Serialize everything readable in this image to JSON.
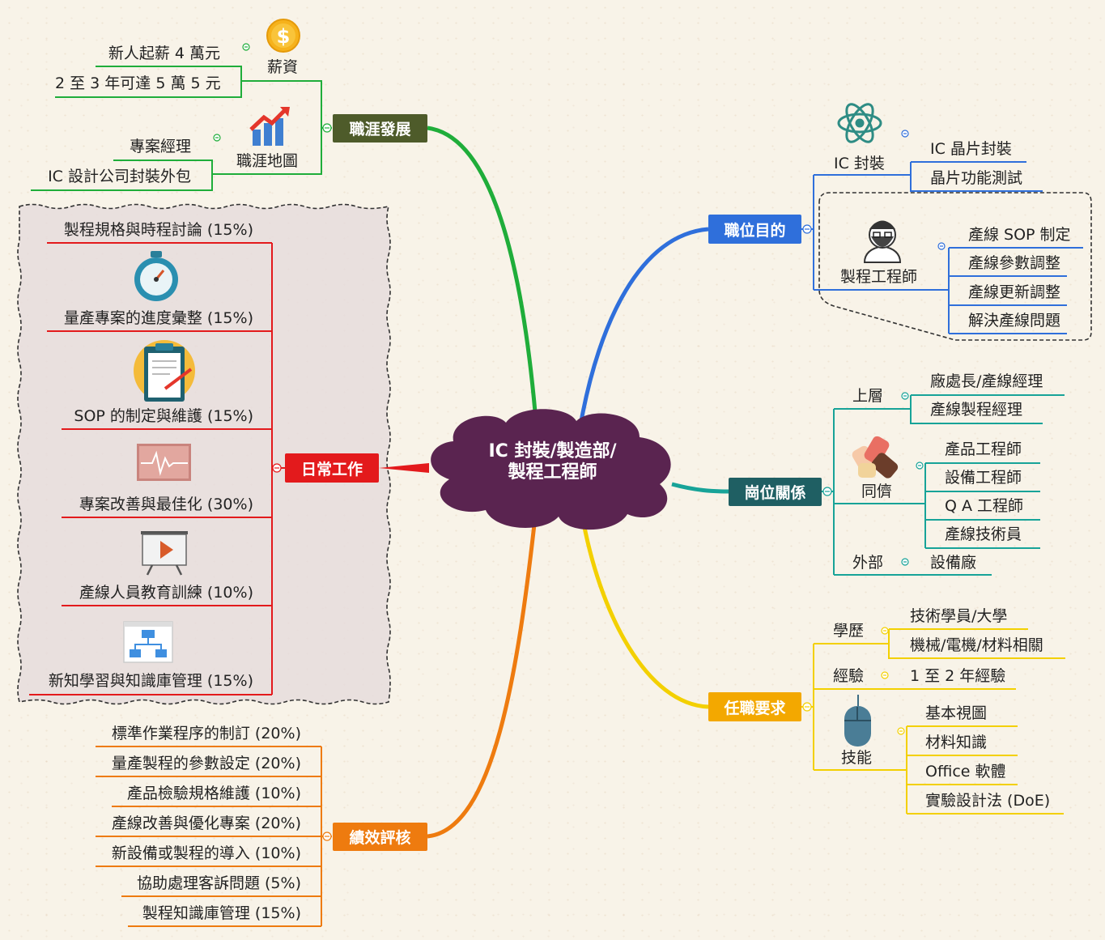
{
  "center": {
    "line1": "IC 封裝/製造部/",
    "line2": "製程工程師"
  },
  "colors": {
    "career": "#4e5b2a",
    "purpose": "#2f6fdb",
    "relation": "#1f5f63",
    "requirement": "#f3a800",
    "performance": "#ee7b0f",
    "daily": "#e31a1c",
    "center": "#5a2450"
  },
  "career": {
    "title": "職涯發展",
    "salary": {
      "label": "薪資",
      "items": [
        "新人起薪 4 萬元",
        "2 至 3 年可達 5 萬 5 元"
      ]
    },
    "path": {
      "label": "職涯地圖",
      "items": [
        "專案經理",
        "IC 設計公司封裝外包"
      ]
    }
  },
  "daily": {
    "title": "日常工作",
    "items": [
      "製程規格與時程討論 (15%)",
      "量產專案的進度彙整 (15%)",
      "SOP 的制定與維護 (15%)",
      "專案改善與最佳化 (30%)",
      "產線人員教育訓練 (10%)",
      "新知學習與知識庫管理 (15%)"
    ]
  },
  "performance": {
    "title": "績效評核",
    "items": [
      "標準作業程序的制訂 (20%)",
      "量產製程的參數設定 (20%)",
      "產品檢驗規格維護 (10%)",
      "產線改善與優化專案 (20%)",
      "新設備或製程的導入 (10%)",
      "協助處理客訴問題 (5%)",
      "製程知識庫管理 (15%)"
    ]
  },
  "purpose": {
    "title": "職位目的",
    "ic": {
      "label": "IC 封裝",
      "items": [
        "IC 晶片封裝",
        "晶片功能測試"
      ]
    },
    "eng": {
      "label": "製程工程師",
      "items": [
        "產線 SOP 制定",
        "產線參數調整",
        "產線更新調整",
        "解決產線問題"
      ]
    }
  },
  "relation": {
    "title": "崗位關係",
    "upper": {
      "label": "上層",
      "items": [
        "廠處長/產線經理",
        "產線製程經理"
      ]
    },
    "peer": {
      "label": "同儕",
      "items": [
        "產品工程師",
        "設備工程師",
        "Q A 工程師",
        "產線技術員"
      ]
    },
    "outer": {
      "label": "外部",
      "items": [
        "設備廠"
      ]
    }
  },
  "requirement": {
    "title": "任職要求",
    "edu": {
      "label": "學歷",
      "items": [
        "技術學員/大學",
        "機械/電機/材料相關"
      ]
    },
    "exp": {
      "label": "經驗",
      "items": [
        "1 至 2 年經驗"
      ]
    },
    "skill": {
      "label": "技能",
      "items": [
        "基本視圖",
        "材料知識",
        "Office 軟體",
        "實驗設計法 (DoE)"
      ]
    }
  },
  "icons": [
    "dollar-coin-icon",
    "growth-chart-icon",
    "stopwatch-icon",
    "clipboard-icon",
    "heartbeat-icon",
    "presentation-icon",
    "flowchart-icon",
    "atom-icon",
    "engineer-avatar-icon",
    "handshake-icon",
    "mouse-icon"
  ]
}
